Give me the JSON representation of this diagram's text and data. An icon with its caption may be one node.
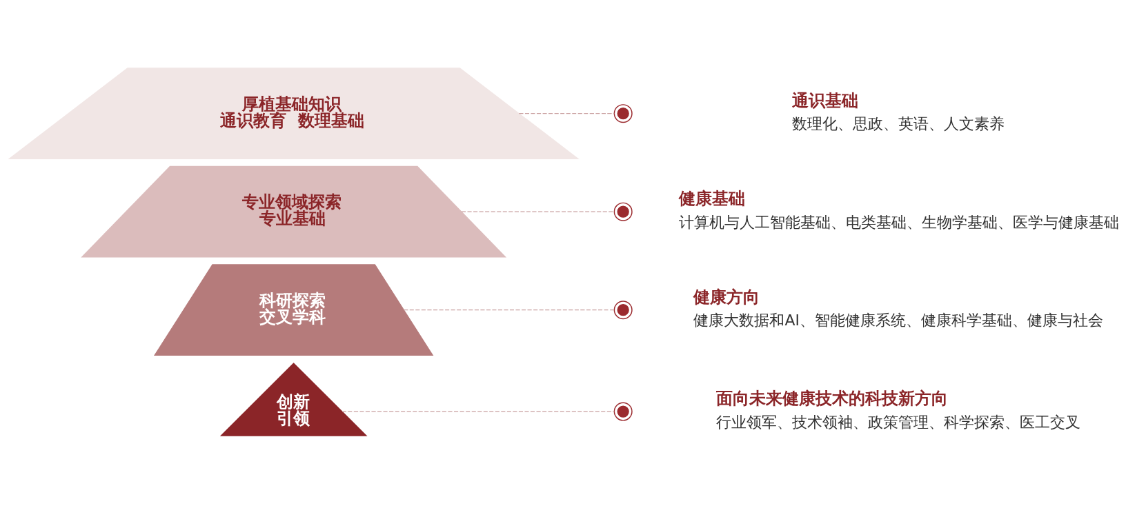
{
  "diagram": {
    "nodes": [
      {
        "text": [
          "创新",
          "引领"
        ]
      },
      {
        "text": [
          "科研探索",
          "交叉学科"
        ]
      },
      {
        "text": [
          "专业领域探索",
          "专业基础"
        ]
      },
      {
        "text": [
          "厚植基础知识",
          "通识教育  数理基础"
        ]
      },
      {
        "text": [],
        "shape": "circle",
        "beside": [
          "面向未来健康技术的科技新方向",
          "行业领军、技术领袖、政策管理、科学探索、医工交叉"
        ]
      },
      {
        "text": [],
        "shape": "circle",
        "beside": [
          "健康方向",
          "健康大数据和AI、智能健康系统、健康科学基础、健康与社会"
        ]
      },
      {
        "text": [],
        "shape": "circle",
        "beside": [
          "健康基础",
          "计算机与人工智能基础、电类基础、生物学基础、医学与健康基础"
        ]
      },
      {
        "text": [],
        "shape": "circle",
        "beside": [
          "通识基础",
          "数理化、思政、英语、人文素养"
        ]
      }
    ],
    "edges": [
      {
        "from": 0,
        "to": 4,
        "arrow": "none",
        "style": "dashed"
      },
      {
        "from": 1,
        "to": 5,
        "arrow": "none",
        "style": "dashed"
      },
      {
        "from": 2,
        "to": 6,
        "arrow": "none",
        "style": "dashed"
      },
      {
        "from": 3,
        "to": 7,
        "arrow": "none",
        "style": "dashed"
      }
    ]
  }
}
